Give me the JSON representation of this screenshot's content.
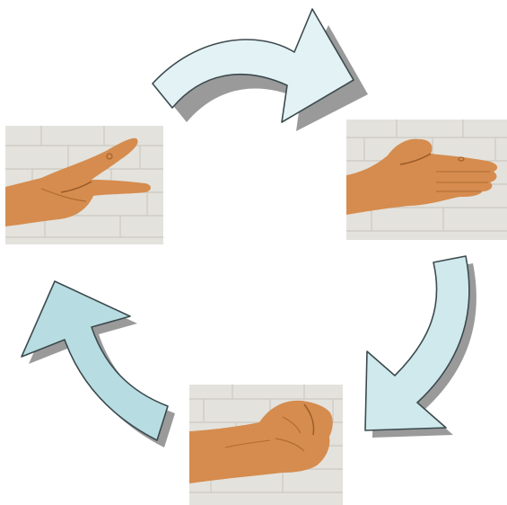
{
  "diagram": {
    "type": "cycle",
    "nodes": [
      {
        "id": "scissors",
        "icon": "scissors-hand-gesture-icon"
      },
      {
        "id": "paper",
        "icon": "paper-hand-gesture-icon"
      },
      {
        "id": "rock",
        "icon": "rock-fist-gesture-icon"
      }
    ],
    "edges": [
      {
        "from": "scissors",
        "to": "paper",
        "icon": "curved-arrow-icon"
      },
      {
        "from": "paper",
        "to": "rock",
        "icon": "curved-arrow-icon"
      },
      {
        "from": "rock",
        "to": "scissors",
        "icon": "curved-arrow-icon"
      }
    ]
  },
  "colors": {
    "arrow_fill_light": "#e3f3f5",
    "arrow_fill_mid": "#cfe9ed",
    "arrow_fill_dark": "#b7dde2",
    "arrow_outline": "#3c4a4e",
    "arrow_shadow": "#9a9a9a",
    "brick_wall": "#e4e2dd",
    "skin": "#d58c4e"
  }
}
